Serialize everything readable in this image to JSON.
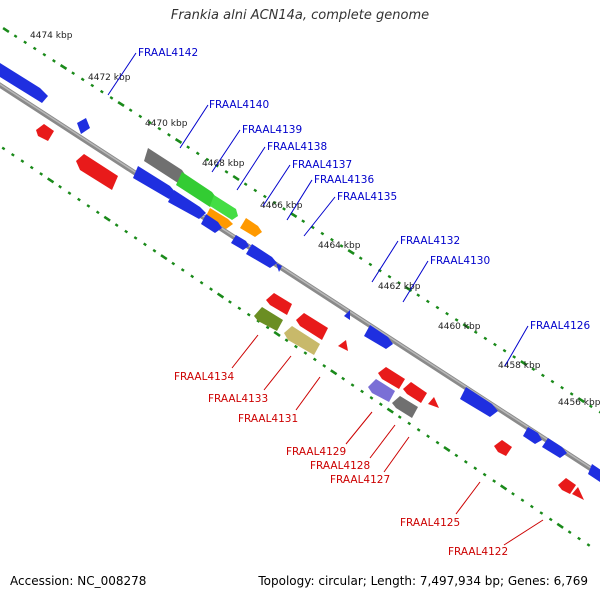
{
  "title": "Frankia alni ACN14a, complete genome",
  "accession_label": "Accession: NC_008278",
  "summary_label": "Topology: circular; Length: 7,497,934 bp; Genes: 6,769",
  "colors": {
    "backbone": "#888888",
    "tick": "#1a8a1a",
    "forward_label": "#0000cc",
    "reverse_label": "#cc0000",
    "blue": "#1f2fe0",
    "red": "#e81a1a",
    "gray": "#707070",
    "green": "#33cc33",
    "orange": "#ff9900",
    "olive": "#6b8e23",
    "khaki": "#c8b96a",
    "violet": "#7a6fd6"
  },
  "kbp_labels": [
    "4474 kbp",
    "4472 kbp",
    "4470 kbp",
    "4468 kbp",
    "4466 kbp",
    "4464 kbp",
    "4462 kbp",
    "4460 kbp",
    "4458 kbp",
    "4456 kbp"
  ],
  "forward_genes": [
    "FRAAL4142",
    "FRAAL4140",
    "FRAAL4139",
    "FRAAL4138",
    "FRAAL4137",
    "FRAAL4136",
    "FRAAL4135",
    "FRAAL4132",
    "FRAAL4130",
    "FRAAL4126"
  ],
  "reverse_genes": [
    "FRAAL4134",
    "FRAAL4133",
    "FRAAL4131",
    "FRAAL4129",
    "FRAAL4128",
    "FRAAL4127",
    "FRAAL4125",
    "FRAAL4122"
  ]
}
